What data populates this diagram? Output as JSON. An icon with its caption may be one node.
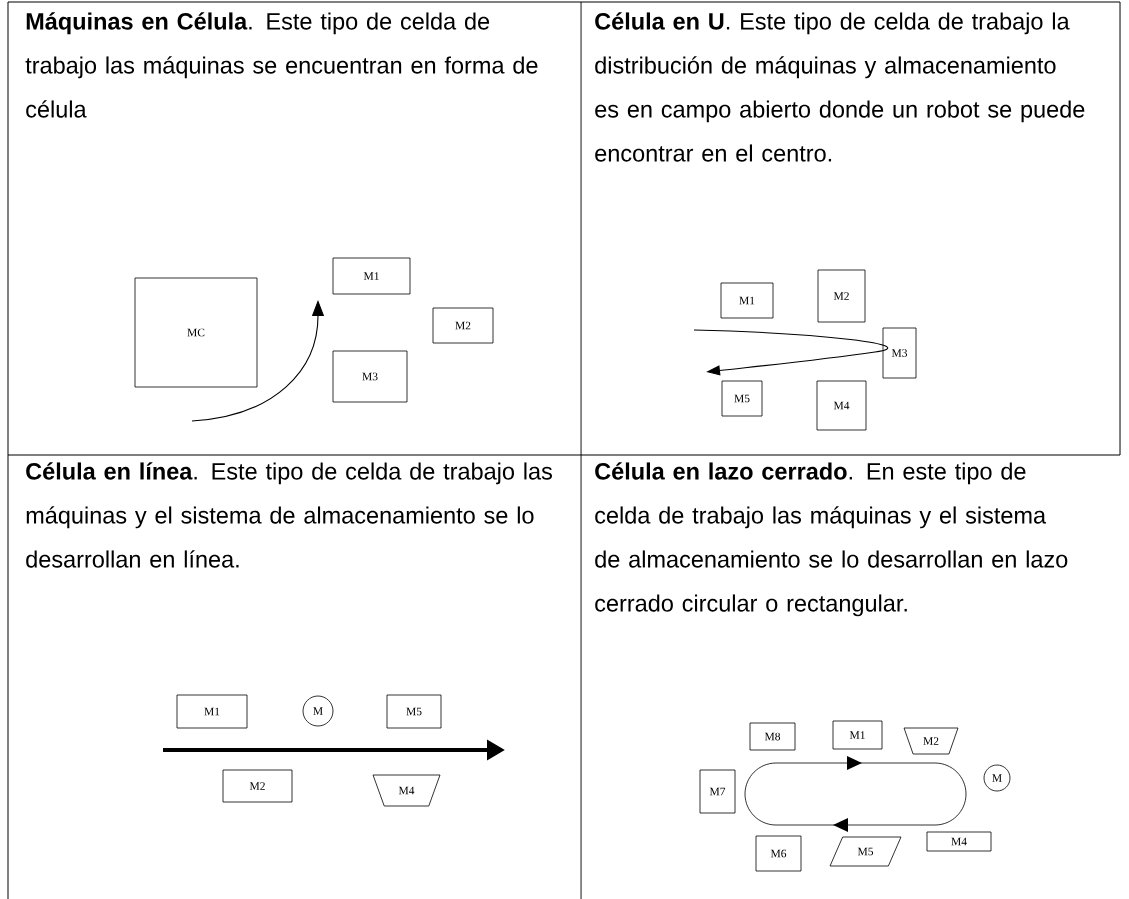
{
  "diagram": {
    "nodes": [
      {
        "text": [
          "**Máquinas en Célula**. Este tipo de celda de trabajo las máquinas se encuentran en forma de célula"
        ]
      },
      {
        "text": [
          "MC"
        ],
        "in": 0
      },
      {
        "text": [
          "M1"
        ],
        "in": 0
      },
      {
        "text": [
          "M2"
        ],
        "in": 0
      },
      {
        "text": [
          "M3"
        ],
        "in": 0
      },
      {
        "text": [
          "**Célula en U**. Este tipo de celda de trabajo la distribución de máquinas y almacenamiento es en campo abierto donde un robot se puede encontrar en el centro."
        ]
      },
      {
        "text": [
          "M1"
        ],
        "in": 5
      },
      {
        "text": [
          "M2"
        ],
        "in": 5
      },
      {
        "text": [
          "M3"
        ],
        "in": 5
      },
      {
        "text": [
          "M5"
        ],
        "in": 5
      },
      {
        "text": [
          "M4"
        ],
        "in": 5
      },
      {
        "text": [
          "**Célula en línea**. Este tipo de celda de trabajo las máquinas y el sistema de almacenamiento se lo desarrollan en línea."
        ]
      },
      {
        "text": [
          "M1"
        ],
        "in": 11
      },
      {
        "text": [
          "M"
        ],
        "in": 11
      },
      {
        "text": [
          "M5"
        ],
        "in": 11
      },
      {
        "text": [
          "M2"
        ],
        "in": 11
      },
      {
        "text": [
          "M4"
        ],
        "in": 11
      },
      {
        "text": [
          "**Célula en lazo cerrado**. En este tipo de celda de trabajo las máquinas y el sistema de almacenamiento se lo desarrollan en lazo cerrado circular o rectangular."
        ]
      },
      {
        "text": [
          "M8"
        ],
        "in": 17
      },
      {
        "text": [
          "M1"
        ],
        "in": 17
      },
      {
        "text": [
          "M2"
        ],
        "in": 17
      },
      {
        "text": [
          "M7"
        ],
        "in": 17
      },
      {
        "text": [
          "M"
        ],
        "in": 17
      },
      {
        "text": [
          "M6"
        ],
        "in": 17
      },
      {
        "text": [
          "M5"
        ],
        "in": 17
      },
      {
        "text": [
          "M4"
        ],
        "in": 17
      }
    ]
  }
}
